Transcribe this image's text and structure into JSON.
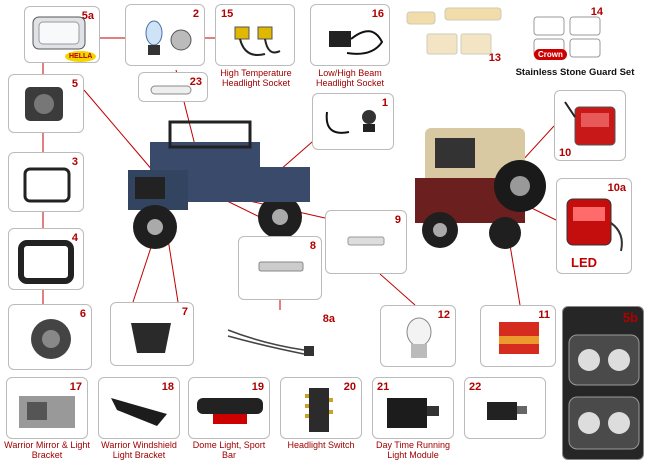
{
  "parts": [
    {
      "id": "p5a",
      "num": "5a",
      "caption": ""
    },
    {
      "id": "p2",
      "num": "2",
      "caption": ""
    },
    {
      "id": "p15",
      "num": "15",
      "caption": "High Temperature Headlight Socket"
    },
    {
      "id": "p16",
      "num": "16",
      "caption": "Low/High Beam Headlight Socket"
    },
    {
      "id": "p13",
      "num": "13",
      "caption": ""
    },
    {
      "id": "p14",
      "num": "14",
      "caption": "Stainless Stone Guard Set"
    },
    {
      "id": "p23",
      "num": "23",
      "caption": ""
    },
    {
      "id": "p5",
      "num": "5",
      "caption": ""
    },
    {
      "id": "p1",
      "num": "1",
      "caption": ""
    },
    {
      "id": "p10",
      "num": "10",
      "caption": ""
    },
    {
      "id": "p3",
      "num": "3",
      "caption": ""
    },
    {
      "id": "p10a",
      "num": "10a",
      "caption": ""
    },
    {
      "id": "p9",
      "num": "9",
      "caption": ""
    },
    {
      "id": "p4",
      "num": "4",
      "caption": ""
    },
    {
      "id": "p8",
      "num": "8",
      "caption": ""
    },
    {
      "id": "p6",
      "num": "6",
      "caption": ""
    },
    {
      "id": "p7",
      "num": "7",
      "caption": ""
    },
    {
      "id": "p8a",
      "num": "8a",
      "caption": ""
    },
    {
      "id": "p12",
      "num": "12",
      "caption": ""
    },
    {
      "id": "p11",
      "num": "11",
      "caption": ""
    },
    {
      "id": "p5b",
      "num": "5b",
      "caption": ""
    },
    {
      "id": "p17",
      "num": "17",
      "caption": "Warrior Mirror & Light Bracket"
    },
    {
      "id": "p18",
      "num": "18",
      "caption": "Warrior Windshield Light Bracket"
    },
    {
      "id": "p19",
      "num": "19",
      "caption": "Dome Light, Sport Bar"
    },
    {
      "id": "p20",
      "num": "20",
      "caption": "Headlight Switch"
    },
    {
      "id": "p21",
      "num": "21",
      "caption": "Day Time Running Light Module"
    },
    {
      "id": "p22",
      "num": "22",
      "caption": ""
    }
  ],
  "labels": {
    "led": "LED",
    "hella": "HELLA",
    "crown": "Crown"
  },
  "colors": {
    "accent": "#b00000",
    "line": "#c00000",
    "border": "#bbbbbb",
    "jeep_front": "#3a4a6a",
    "jeep_rear": "#6b1f1f",
    "top": "#d9c9a3"
  }
}
